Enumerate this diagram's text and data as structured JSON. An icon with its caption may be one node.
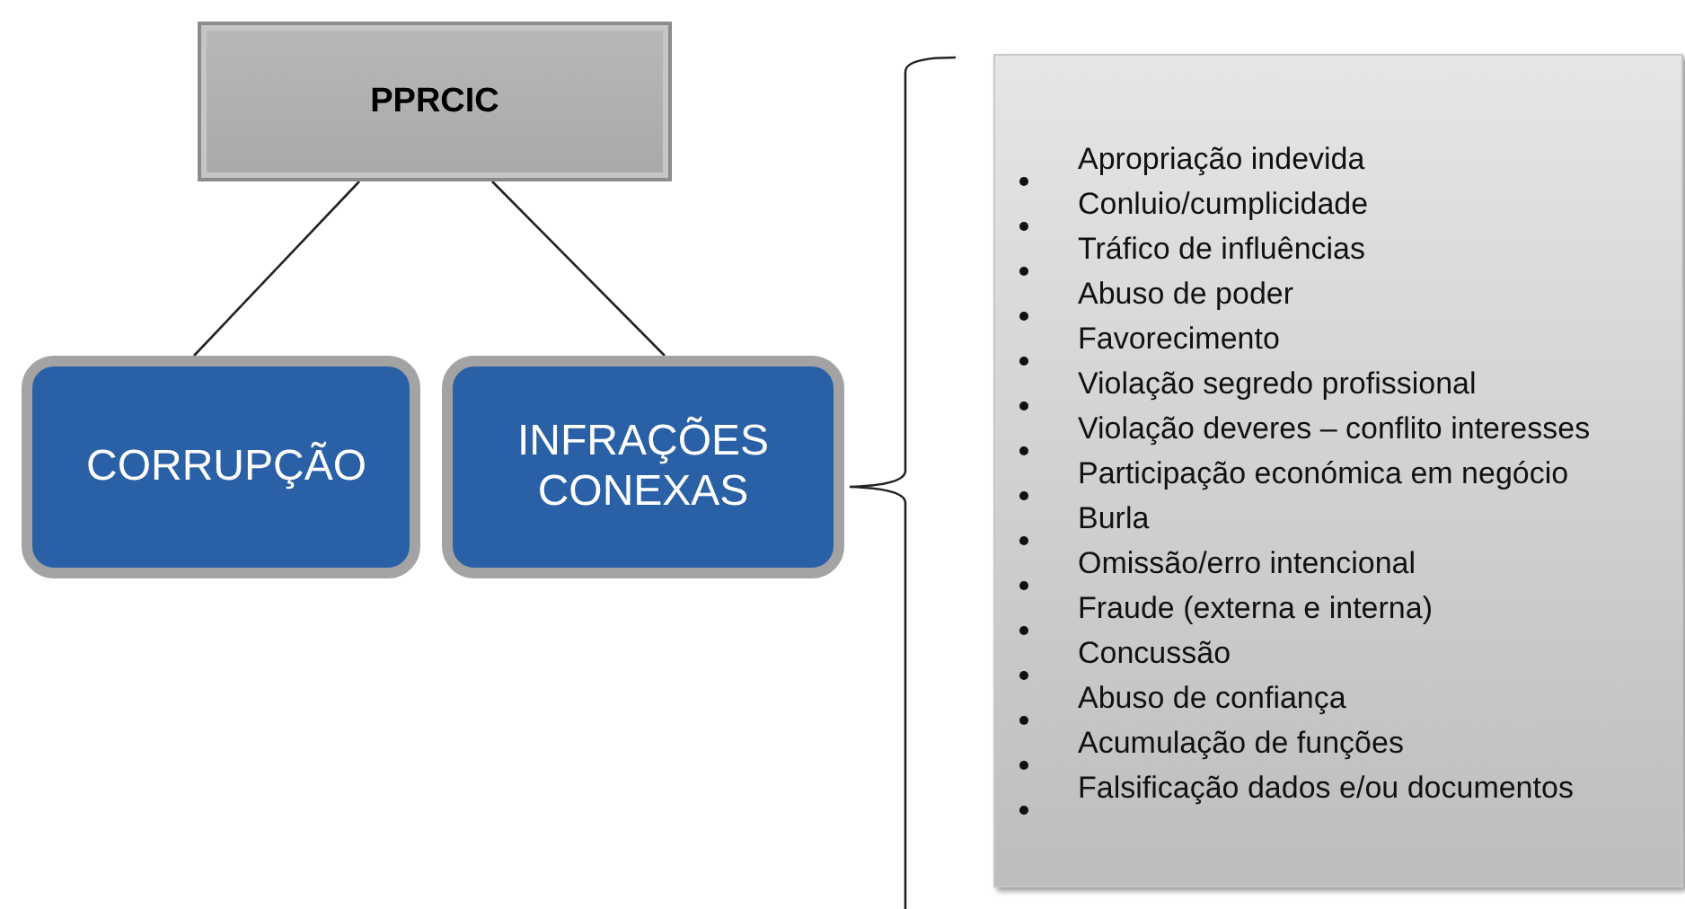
{
  "diagram": {
    "nodes": [
      {
        "text": [
          "PPRCIC"
        ]
      },
      {
        "text": [
          "CORRUPÇÃO"
        ]
      },
      {
        "text": [
          "INFRAÇÕES CONEXAS"
        ]
      },
      {
        "text": [
          "Apropriação indevida",
          "Conluio/cumplicidade",
          "Tráfico de influências",
          "Abuso de poder",
          "Favorecimento",
          "Violação segredo profissional",
          "Violação deveres – conflito interesses",
          "Participação económica em negócio",
          "Burla",
          "Omissão/erro intencional",
          "Fraude (externa e interna)",
          "Concussão",
          "Abuso de confiança",
          "Acumulação de funções",
          "Falsificação dados e/ou documentos"
        ]
      }
    ],
    "edges": [
      {
        "from": 0,
        "to": 1,
        "arrow": "none"
      },
      {
        "from": 0,
        "to": 2,
        "arrow": "none"
      }
    ]
  }
}
